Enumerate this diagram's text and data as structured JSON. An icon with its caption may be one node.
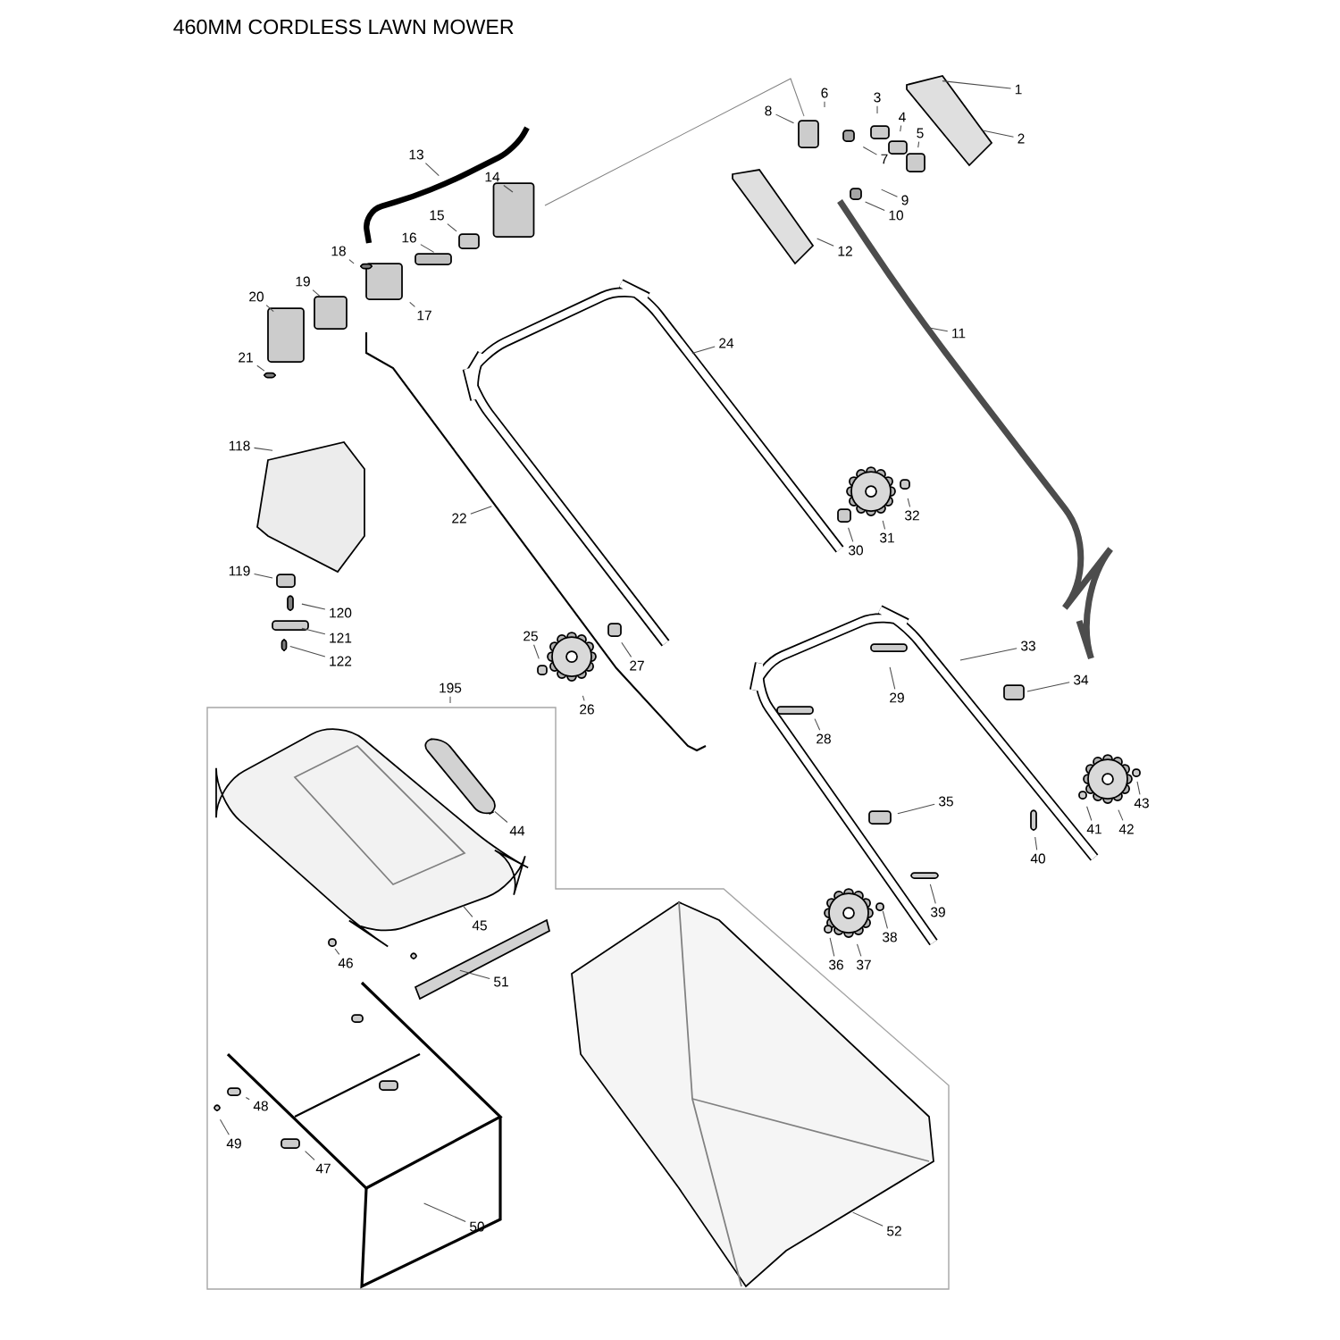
{
  "diagram": {
    "title": "460MM CORDLESS LAWN MOWER",
    "nodes": [
      {
        "text": [
          "1"
        ]
      },
      {
        "text": [
          "2"
        ]
      },
      {
        "text": [
          "3"
        ]
      },
      {
        "text": [
          "4"
        ]
      },
      {
        "text": [
          "5"
        ]
      },
      {
        "text": [
          "6"
        ]
      },
      {
        "text": [
          "7"
        ]
      },
      {
        "text": [
          "8"
        ]
      },
      {
        "text": [
          "9"
        ]
      },
      {
        "text": [
          "10"
        ]
      },
      {
        "text": [
          "11"
        ]
      },
      {
        "text": [
          "12"
        ]
      },
      {
        "text": [
          "13"
        ]
      },
      {
        "text": [
          "14"
        ]
      },
      {
        "text": [
          "15"
        ]
      },
      {
        "text": [
          "16"
        ]
      },
      {
        "text": [
          "17"
        ]
      },
      {
        "text": [
          "18"
        ]
      },
      {
        "text": [
          "19"
        ]
      },
      {
        "text": [
          "20"
        ]
      },
      {
        "text": [
          "21"
        ]
      },
      {
        "text": [
          "22"
        ]
      },
      {
        "text": [
          "24"
        ]
      },
      {
        "text": [
          "25"
        ]
      },
      {
        "text": [
          "26"
        ]
      },
      {
        "text": [
          "27"
        ]
      },
      {
        "text": [
          "28"
        ]
      },
      {
        "text": [
          "29"
        ]
      },
      {
        "text": [
          "30"
        ]
      },
      {
        "text": [
          "31"
        ]
      },
      {
        "text": [
          "32"
        ]
      },
      {
        "text": [
          "33"
        ]
      },
      {
        "text": [
          "34"
        ]
      },
      {
        "text": [
          "35"
        ]
      },
      {
        "text": [
          "36"
        ]
      },
      {
        "text": [
          "37"
        ]
      },
      {
        "text": [
          "38"
        ]
      },
      {
        "text": [
          "39"
        ]
      },
      {
        "text": [
          "40"
        ]
      },
      {
        "text": [
          "41"
        ]
      },
      {
        "text": [
          "42"
        ]
      },
      {
        "text": [
          "43"
        ]
      },
      {
        "text": [
          "44"
        ]
      },
      {
        "text": [
          "45"
        ]
      },
      {
        "text": [
          "46"
        ]
      },
      {
        "text": [
          "47"
        ]
      },
      {
        "text": [
          "48"
        ]
      },
      {
        "text": [
          "49"
        ]
      },
      {
        "text": [
          "50"
        ]
      },
      {
        "text": [
          "51"
        ]
      },
      {
        "text": [
          "52"
        ]
      },
      {
        "text": [
          "118"
        ]
      },
      {
        "text": [
          "119"
        ]
      },
      {
        "text": [
          "120"
        ]
      },
      {
        "text": [
          "121"
        ]
      },
      {
        "text": [
          "122"
        ]
      },
      {
        "text": [
          "195"
        ]
      }
    ],
    "edges": [
      {
        "from": 0,
        "to": null,
        "arrow": "none"
      },
      {
        "from": 1,
        "to": null,
        "arrow": "none"
      },
      {
        "from": 2,
        "to": null,
        "arrow": "none"
      },
      {
        "from": 3,
        "to": null,
        "arrow": "none"
      },
      {
        "from": 4,
        "to": null,
        "arrow": "none"
      },
      {
        "from": 5,
        "to": null,
        "arrow": "none"
      },
      {
        "from": 6,
        "to": null,
        "arrow": "none"
      },
      {
        "from": 7,
        "to": null,
        "arrow": "none"
      },
      {
        "from": 8,
        "to": null,
        "arrow": "none"
      },
      {
        "from": 9,
        "to": null,
        "arrow": "none"
      },
      {
        "from": 10,
        "to": null,
        "arrow": "none"
      },
      {
        "from": 11,
        "to": null,
        "arrow": "none"
      },
      {
        "from": 12,
        "to": null,
        "arrow": "none"
      },
      {
        "from": 13,
        "to": null,
        "arrow": "none"
      },
      {
        "from": 14,
        "to": null,
        "arrow": "none"
      },
      {
        "from": 15,
        "to": null,
        "arrow": "none"
      },
      {
        "from": 16,
        "to": null,
        "arrow": "none"
      },
      {
        "from": 17,
        "to": null,
        "arrow": "none"
      },
      {
        "from": 18,
        "to": null,
        "arrow": "none"
      },
      {
        "from": 19,
        "to": null,
        "arrow": "none"
      },
      {
        "from": 20,
        "to": null,
        "arrow": "none"
      },
      {
        "from": 21,
        "to": null,
        "arrow": "none"
      },
      {
        "from": 22,
        "to": null,
        "arrow": "none"
      },
      {
        "from": 23,
        "to": null,
        "arrow": "none"
      },
      {
        "from": 24,
        "to": null,
        "arrow": "none"
      },
      {
        "from": 25,
        "to": null,
        "arrow": "none"
      },
      {
        "from": 26,
        "to": null,
        "arrow": "none"
      },
      {
        "from": 27,
        "to": null,
        "arrow": "none"
      },
      {
        "from": 28,
        "to": null,
        "arrow": "none"
      },
      {
        "from": 29,
        "to": null,
        "arrow": "none"
      },
      {
        "from": 30,
        "to": null,
        "arrow": "none"
      },
      {
        "from": 31,
        "to": null,
        "arrow": "none"
      },
      {
        "from": 32,
        "to": null,
        "arrow": "none"
      },
      {
        "from": 33,
        "to": null,
        "arrow": "none"
      },
      {
        "from": 34,
        "to": null,
        "arrow": "none"
      },
      {
        "from": 35,
        "to": null,
        "arrow": "none"
      },
      {
        "from": 36,
        "to": null,
        "arrow": "none"
      },
      {
        "from": 37,
        "to": null,
        "arrow": "none"
      },
      {
        "from": 38,
        "to": null,
        "arrow": "none"
      },
      {
        "from": 39,
        "to": null,
        "arrow": "none"
      },
      {
        "from": 40,
        "to": null,
        "arrow": "none"
      },
      {
        "from": 41,
        "to": null,
        "arrow": "none"
      },
      {
        "from": 42,
        "to": null,
        "arrow": "none"
      },
      {
        "from": 43,
        "to": null,
        "arrow": "none"
      },
      {
        "from": 44,
        "to": null,
        "arrow": "none"
      },
      {
        "from": 45,
        "to": null,
        "arrow": "none"
      },
      {
        "from": 46,
        "to": null,
        "arrow": "none"
      },
      {
        "from": 47,
        "to": null,
        "arrow": "none"
      },
      {
        "from": 48,
        "to": null,
        "arrow": "none"
      },
      {
        "from": 49,
        "to": null,
        "arrow": "none"
      },
      {
        "from": 50,
        "to": null,
        "arrow": "none"
      },
      {
        "from": 51,
        "to": null,
        "arrow": "none"
      },
      {
        "from": 52,
        "to": null,
        "arrow": "none"
      },
      {
        "from": 53,
        "to": null,
        "arrow": "none"
      },
      {
        "from": 54,
        "to": null,
        "arrow": "none"
      },
      {
        "from": 55,
        "to": null,
        "arrow": "none"
      },
      {
        "from": 56,
        "to": null,
        "arrow": "none"
      }
    ]
  }
}
